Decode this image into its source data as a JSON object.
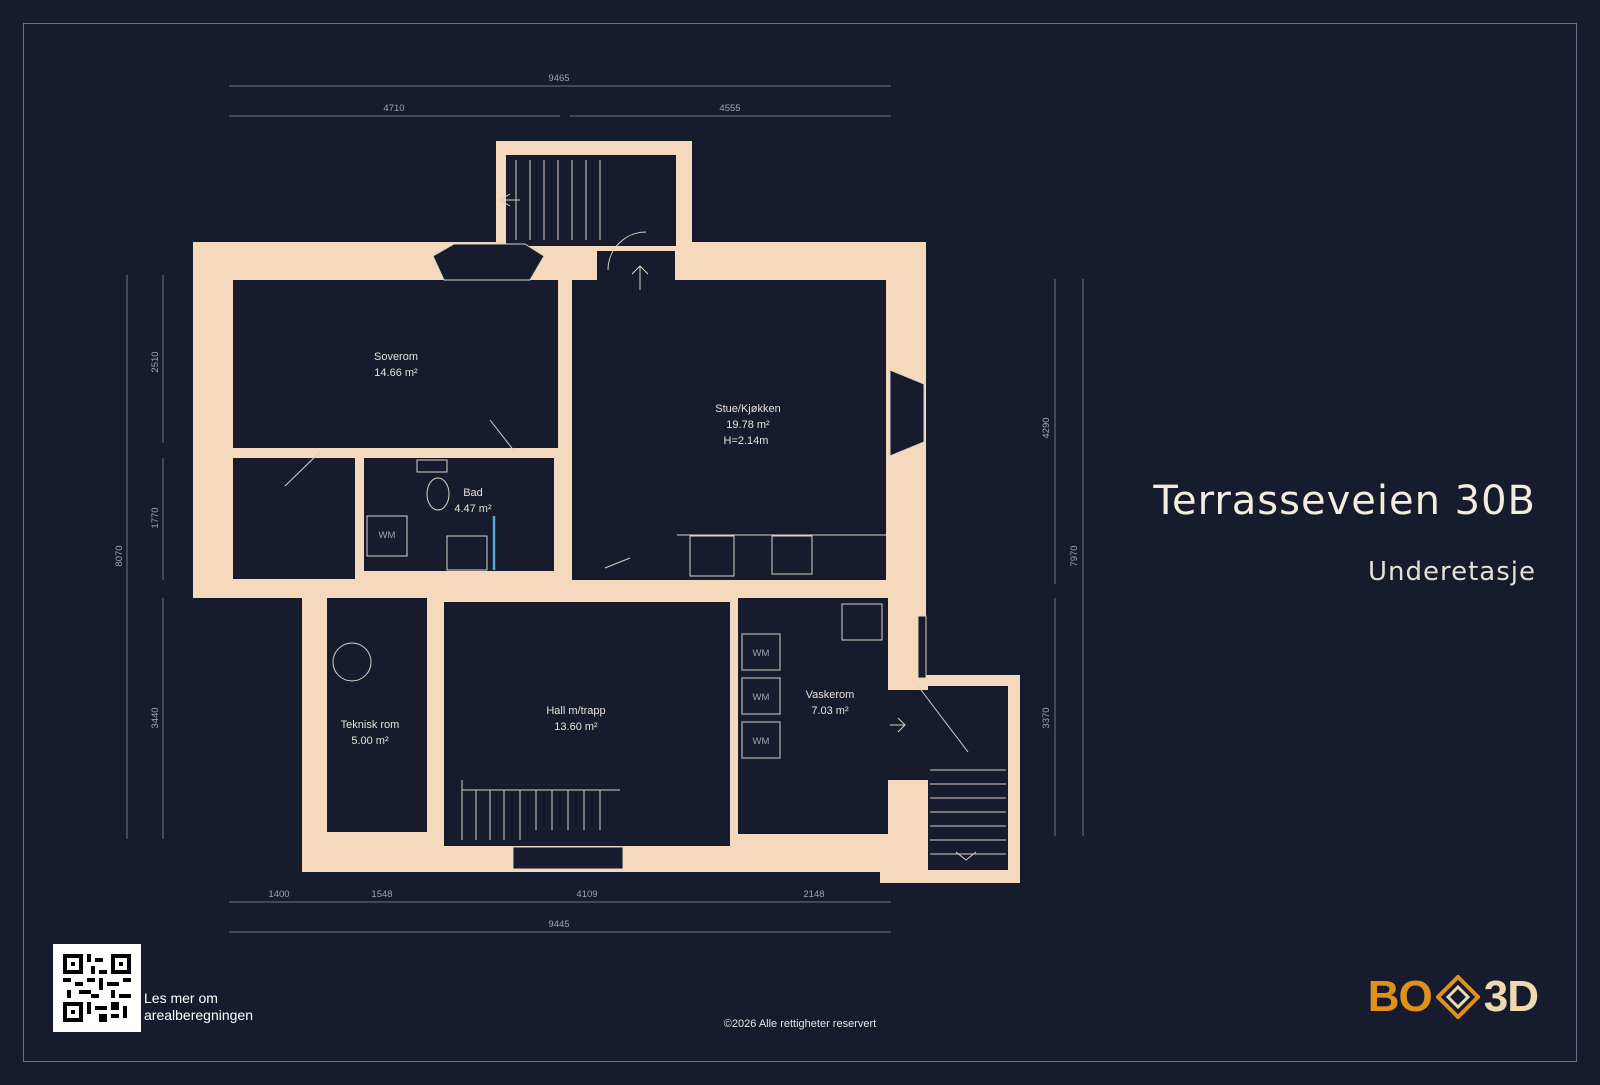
{
  "title": "Terrasseveien 30B",
  "subtitle": "Underetasje",
  "rooms": [
    {
      "id": "soverom",
      "name": "Soverom",
      "area": "14.66 m²"
    },
    {
      "id": "stue",
      "name": "Stue/Kjøkken",
      "area": "19.78 m²",
      "height": "H=2.14m"
    },
    {
      "id": "bad",
      "name": "Bad",
      "area": "4.47 m²"
    },
    {
      "id": "teknisk",
      "name": "Teknisk rom",
      "area": "5.00 m²"
    },
    {
      "id": "hall",
      "name": "Hall m/trapp",
      "area": "13.60 m²"
    },
    {
      "id": "vaskerom",
      "name": "Vaskerom",
      "area": "7.03 m²"
    }
  ],
  "dimensions": {
    "top_total": "9465",
    "top_left": "4710",
    "top_right": "4555",
    "left_total": "8070",
    "left_upper": "2510",
    "left_middle": "1770",
    "left_lower": "3440",
    "right_total": "7970",
    "right_upper": "4290",
    "right_lower": "3370",
    "bottom_total": "9445",
    "bottom_segments": [
      "1400",
      "1548",
      "4109",
      "2148"
    ]
  },
  "appliance_label": "WM",
  "qr_caption_line1": "Les mer om",
  "qr_caption_line2": "arealberegningen",
  "copyright": "©2026 Alle rettigheter reservert",
  "logo": {
    "left": "BO",
    "right": "3D"
  },
  "colors": {
    "background": "#161b2e",
    "wall": "#f5d9bd",
    "floor": "#161b2e",
    "logo_orange": "#e0911c",
    "logo_cream": "#eed9b0",
    "shower_line": "#5aa4d8"
  }
}
